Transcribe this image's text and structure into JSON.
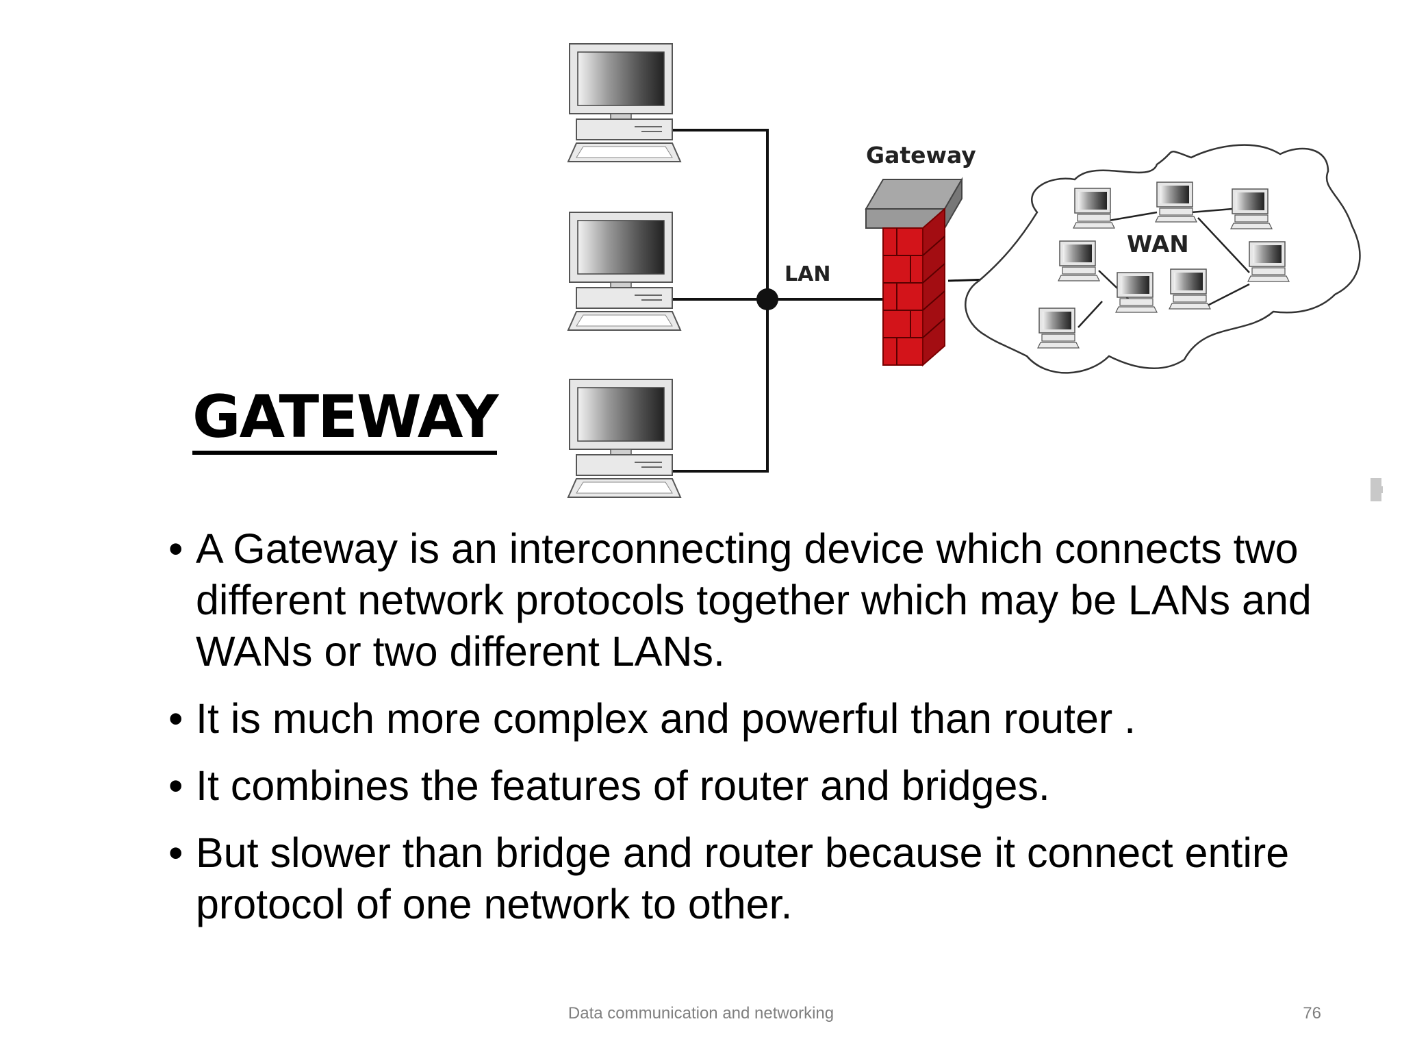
{
  "slide": {
    "title": "GATEWAY",
    "bullets": [
      "A Gateway is an interconnecting device which connects two different network protocols together which may be LANs and WANs or two different LANs.",
      "It is much more complex and powerful than router .",
      "It combines the features of router and bridges.",
      "But slower than bridge and router because it connect entire protocol of one network to other."
    ],
    "footer": "Data communication and networking",
    "page_number": "76"
  },
  "diagram": {
    "gateway_label": "Gateway",
    "lan_label": "LAN",
    "wan_label": "WAN",
    "gateway_color": "#cc1111",
    "icons": [
      "desktop-computer-icon",
      "firewall-icon",
      "network-cloud-icon"
    ]
  }
}
